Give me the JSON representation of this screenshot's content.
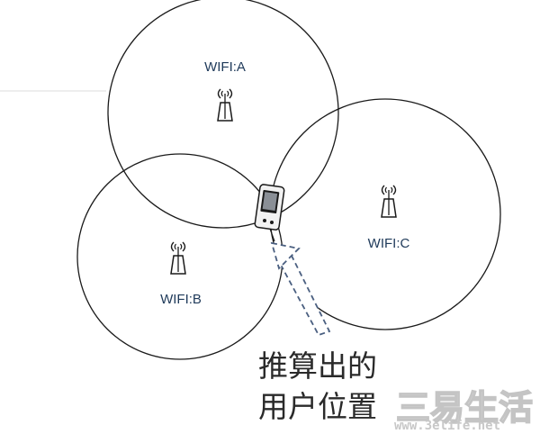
{
  "diagram": {
    "access_points": [
      {
        "id": "A",
        "label": "WIFI:A"
      },
      {
        "id": "B",
        "label": "WIFI:B"
      },
      {
        "id": "C",
        "label": "WIFI:C"
      }
    ],
    "caption_lines": [
      "推算出的",
      "用户位置"
    ]
  },
  "watermark": {
    "brand": "三易生活",
    "url": "www.3elife.net"
  },
  "icons": {
    "access_point": "wifi-antenna-icon",
    "device": "mobile-phone-icon",
    "pointer": "dashed-arrow"
  }
}
